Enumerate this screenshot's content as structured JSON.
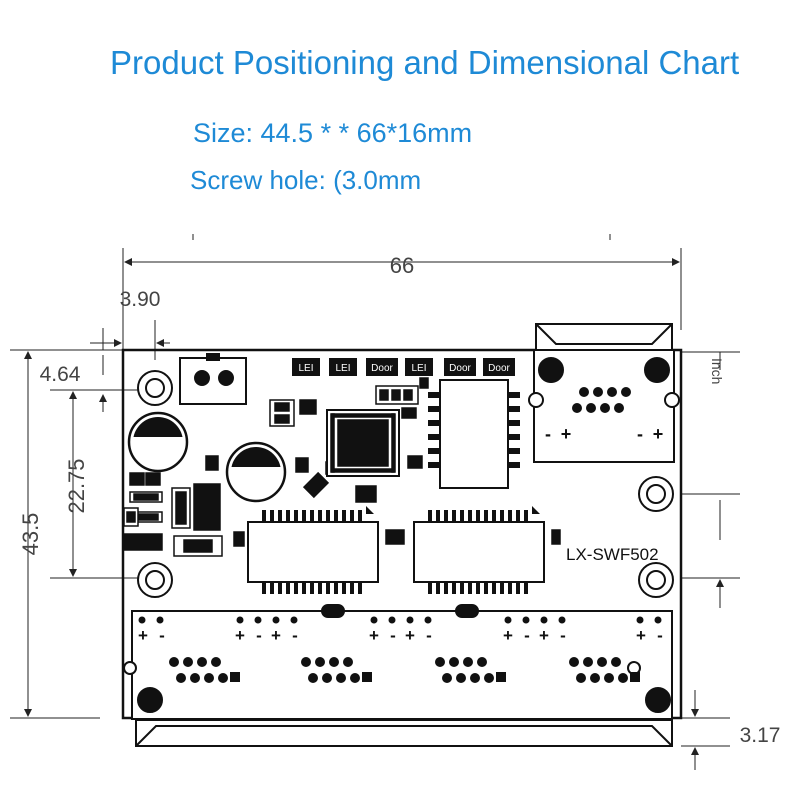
{
  "header": {
    "title": "Product Positioning and Dimensional Chart",
    "size_spec": "Size: 44.5 * * 66*16mm",
    "screw_spec": "Screw hole: (3.0mm"
  },
  "dimensions": {
    "width": "66",
    "hole_offset_x": "3.90",
    "hole_offset_y": "4.64",
    "hole_spacing": "22.75",
    "height": "43.5",
    "bottom_overhang": "3.17",
    "unit_label": "Inch"
  },
  "board": {
    "model": "LX-SWF502",
    "chip_labels": [
      "LEI",
      "LEI",
      "Door",
      "LEI",
      "Door",
      "Door"
    ],
    "uplink_polarity": [
      "-",
      "+",
      "-",
      "+"
    ],
    "port_polarity": [
      [
        "+",
        "-"
      ],
      [
        "+",
        "-",
        "+",
        "-"
      ],
      [
        "+",
        "-",
        "+",
        "-"
      ],
      [
        "+",
        "-",
        "+",
        "-"
      ],
      [
        "+",
        "-"
      ]
    ]
  },
  "colors": {
    "title": "#1e8ad6",
    "ink": "#111111",
    "dim": "#444444"
  }
}
